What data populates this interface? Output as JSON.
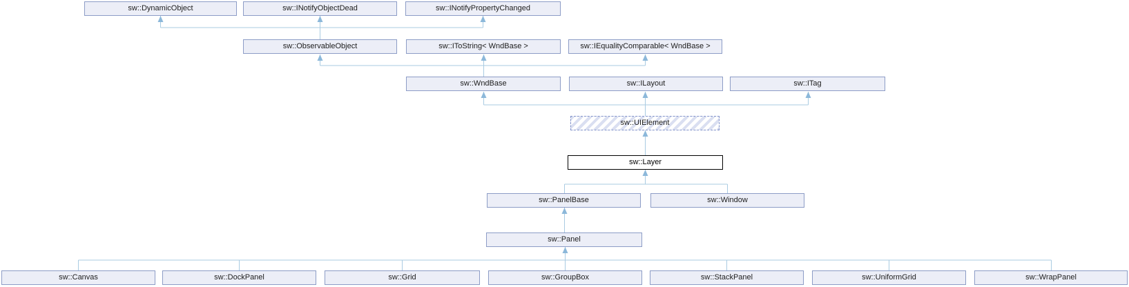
{
  "diagram": {
    "type": "class-inheritance-graph",
    "colors": {
      "node_fill": "#ECEEF7",
      "node_border": "#8C9CC6",
      "main_node_border": "#000000",
      "hatch_stripe": "#dadff1",
      "edge_line": "#a9cbe2",
      "edge_arrow": "#8cb8da",
      "text": "#1c1c1c"
    },
    "nodes": [
      {
        "id": "dynamicobject",
        "label": "sw::DynamicObject",
        "variant": "normal"
      },
      {
        "id": "inotifyobjectdead",
        "label": "sw::INotifyObjectDead",
        "variant": "normal"
      },
      {
        "id": "inotifypropertychanged",
        "label": "sw::INotifyPropertyChanged",
        "variant": "normal"
      },
      {
        "id": "observableobject",
        "label": "sw::ObservableObject",
        "variant": "normal"
      },
      {
        "id": "itostring",
        "label": "sw::IToString< WndBase >",
        "variant": "normal"
      },
      {
        "id": "iequalitycomparable",
        "label": "sw::IEqualityComparable< WndBase >",
        "variant": "normal"
      },
      {
        "id": "wndbase",
        "label": "sw::WndBase",
        "variant": "normal"
      },
      {
        "id": "ilayout",
        "label": "sw::ILayout",
        "variant": "normal"
      },
      {
        "id": "itag",
        "label": "sw::ITag",
        "variant": "normal"
      },
      {
        "id": "uielement",
        "label": "sw::UIElement",
        "variant": "dashed-hatched"
      },
      {
        "id": "layer",
        "label": "sw::Layer",
        "variant": "main"
      },
      {
        "id": "panelbase",
        "label": "sw::PanelBase",
        "variant": "normal"
      },
      {
        "id": "window",
        "label": "sw::Window",
        "variant": "normal"
      },
      {
        "id": "panel",
        "label": "sw::Panel",
        "variant": "normal"
      },
      {
        "id": "canvas",
        "label": "sw::Canvas",
        "variant": "normal"
      },
      {
        "id": "dockpanel",
        "label": "sw::DockPanel",
        "variant": "normal"
      },
      {
        "id": "grid",
        "label": "sw::Grid",
        "variant": "normal"
      },
      {
        "id": "groupbox",
        "label": "sw::GroupBox",
        "variant": "normal"
      },
      {
        "id": "stackpanel",
        "label": "sw::StackPanel",
        "variant": "normal"
      },
      {
        "id": "uniformgrid",
        "label": "sw::UniformGrid",
        "variant": "normal"
      },
      {
        "id": "wrappanel",
        "label": "sw::WrapPanel",
        "variant": "normal"
      }
    ],
    "edges": [
      {
        "child": "observableobject",
        "parents": [
          "dynamicobject",
          "inotifyobjectdead",
          "inotifypropertychanged"
        ]
      },
      {
        "child": "wndbase",
        "parents": [
          "observableobject",
          "itostring",
          "iequalitycomparable"
        ]
      },
      {
        "child": "uielement",
        "parents": [
          "wndbase",
          "ilayout",
          "itag"
        ]
      },
      {
        "child": "layer",
        "parents": [
          "uielement"
        ]
      },
      {
        "child": "panelbase",
        "parents": [
          "layer"
        ]
      },
      {
        "child": "window",
        "parents": [
          "layer"
        ]
      },
      {
        "child": "panel",
        "parents": [
          "panelbase"
        ]
      },
      {
        "child": "canvas",
        "parents": [
          "panel"
        ]
      },
      {
        "child": "dockpanel",
        "parents": [
          "panel"
        ]
      },
      {
        "child": "grid",
        "parents": [
          "panel"
        ]
      },
      {
        "child": "groupbox",
        "parents": [
          "panel"
        ]
      },
      {
        "child": "stackpanel",
        "parents": [
          "panel"
        ]
      },
      {
        "child": "uniformgrid",
        "parents": [
          "panel"
        ]
      },
      {
        "child": "wrappanel",
        "parents": [
          "panel"
        ]
      }
    ]
  }
}
